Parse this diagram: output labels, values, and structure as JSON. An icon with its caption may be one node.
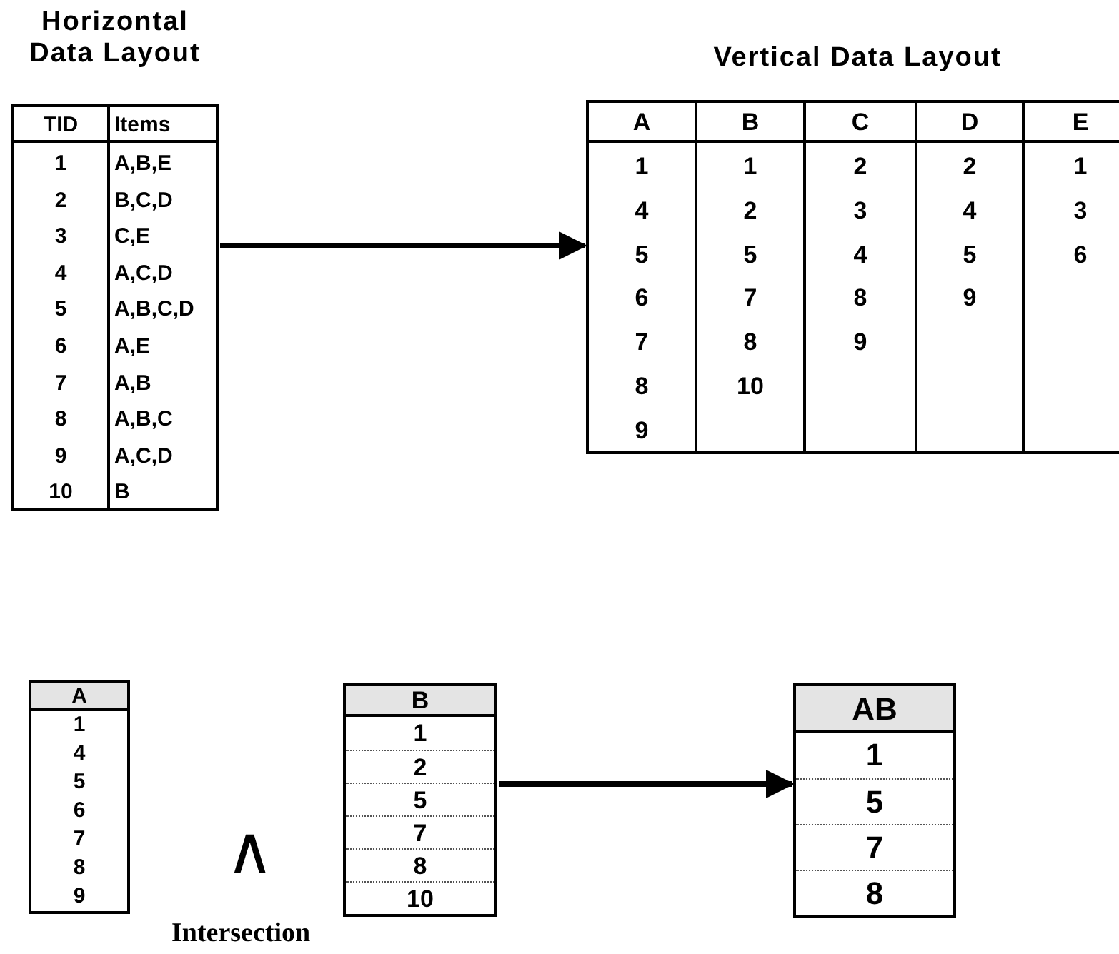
{
  "diagram": {
    "nodes": [
      {
        "text": [
          "Horizontal Data Layout"
        ]
      },
      {
        "text": [
          "TID",
          "1",
          "2",
          "3",
          "4",
          "5",
          "6",
          "7",
          "8",
          "9",
          "10"
        ],
        "in": 0
      },
      {
        "text": [
          "Items",
          "A,B,E",
          "B,C,D",
          "C,E",
          "A,C,D",
          "A,B,C,D",
          "A,E",
          "A,B",
          "A,B,C",
          "A,C,D",
          "B"
        ],
        "in": 0
      },
      {
        "text": [
          "Vertical Data Layout"
        ]
      },
      {
        "text": [
          "A",
          "1",
          "4",
          "5",
          "6",
          "7",
          "8",
          "9"
        ],
        "in": 3
      },
      {
        "text": [
          "B",
          "1",
          "2",
          "5",
          "7",
          "8",
          "10"
        ],
        "in": 3
      },
      {
        "text": [
          "C",
          "2",
          "3",
          "4",
          "8",
          "9"
        ],
        "in": 3
      },
      {
        "text": [
          "D",
          "2",
          "4",
          "5",
          "9"
        ],
        "in": 3
      },
      {
        "text": [
          "E",
          "1",
          "3",
          "6"
        ],
        "in": 3
      },
      {
        "text": [
          "A",
          "1",
          "4",
          "5",
          "6",
          "7",
          "8",
          "9"
        ]
      },
      {
        "text": [
          "B",
          "1",
          "2",
          "5",
          "7",
          "8",
          "10"
        ]
      },
      {
        "text": [
          "AB",
          "1",
          "5",
          "7",
          "8"
        ]
      }
    ],
    "edges": [
      {
        "from": 0,
        "to": 3,
        "arrow": "to"
      },
      {
        "from": 10,
        "to": 11,
        "arrow": "to"
      }
    ],
    "labels": [
      "∧",
      "Intersection"
    ]
  }
}
